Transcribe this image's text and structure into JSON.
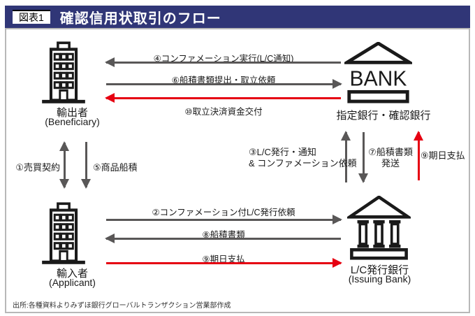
{
  "header": {
    "tag": "図表1",
    "title": "確認信用状取引のフロー"
  },
  "actors": {
    "exporter": {
      "name": "輸出者",
      "sub": "(Beneficiary)"
    },
    "confirming_bank": {
      "name": "指定銀行・確認銀行",
      "icon_text": "BANK"
    },
    "importer": {
      "name": "輸入者",
      "sub": "(Applicant)"
    },
    "issuing_bank": {
      "name": "L/C発行銀行",
      "sub": "(Issuing Bank)"
    }
  },
  "flows": {
    "f1": {
      "label": "①売買契約"
    },
    "f2": {
      "label": "②コンファメーション付L/C発行依頼"
    },
    "f3": {
      "line1": "③L/C発行・通知",
      "line2": "& コンファメーション依頼"
    },
    "f4": {
      "label": "④コンファメーション実行(L/C通知)"
    },
    "f5": {
      "label": "⑤商品船積"
    },
    "f6": {
      "label": "⑥船積書類提出・取立依頼"
    },
    "f7": {
      "line1": "⑦船積書類",
      "line2": "発送"
    },
    "f8": {
      "label": "⑧船積書類"
    },
    "f9_bottom": {
      "label": "⑨期日支払"
    },
    "f9_right": {
      "label": "⑨期日支払"
    },
    "f10": {
      "label": "⑩取立決済資金交付"
    }
  },
  "footer": {
    "source": "出所:各種資料よりみずほ銀行グローバルトランザクション営業部作成"
  },
  "colors": {
    "title_navy": "#303677",
    "arrow_gray": "#595757",
    "arrow_red": "#e60012",
    "frame_gray": "#b8b8b8",
    "icon_black": "#1a1a1a"
  }
}
